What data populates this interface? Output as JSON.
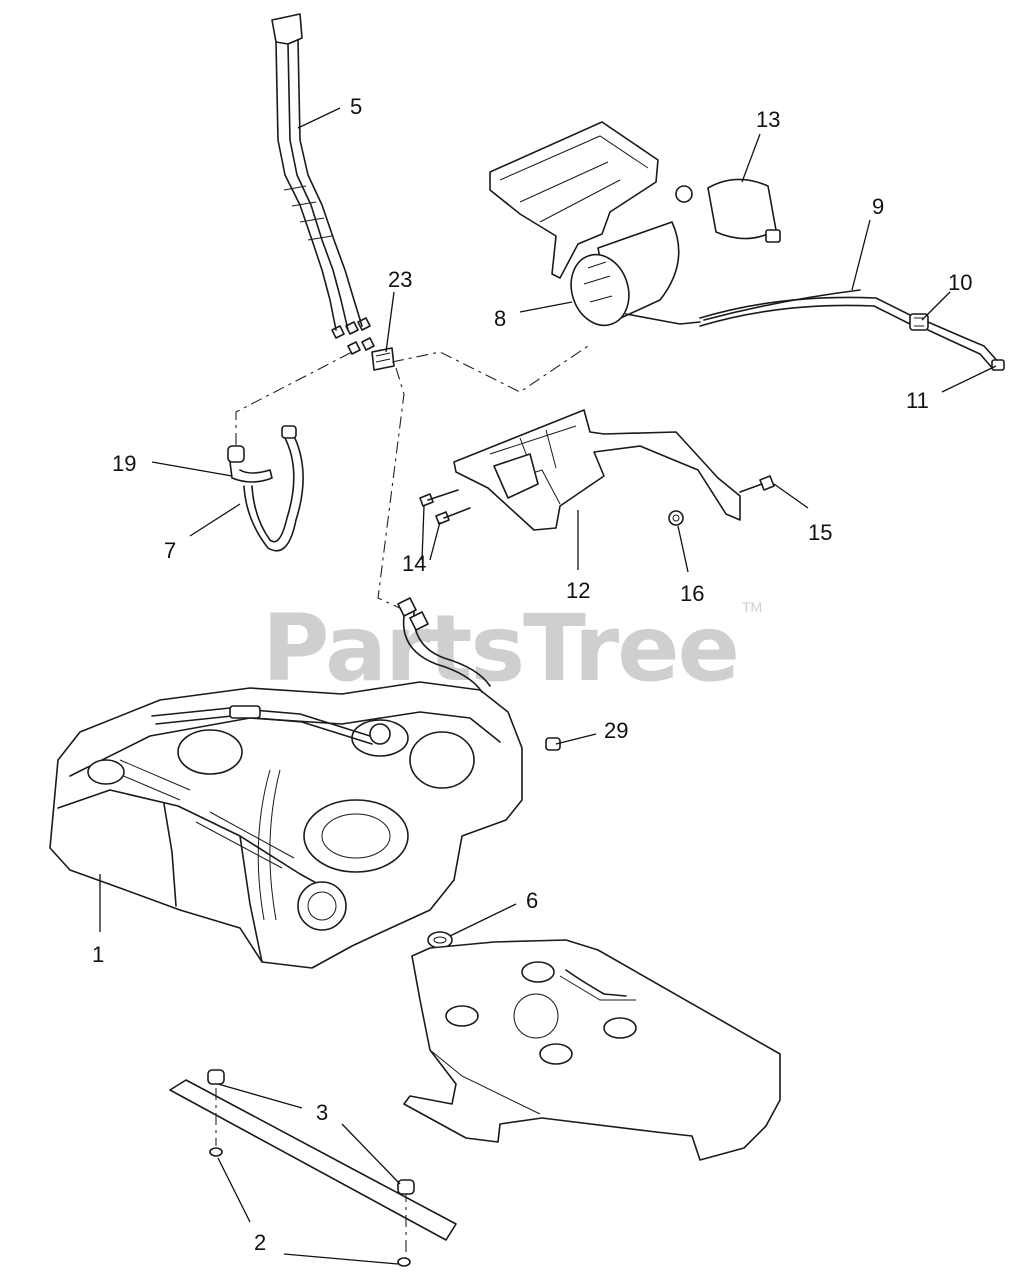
{
  "watermark": {
    "text": "PartsTree",
    "mark": "TM"
  },
  "callouts": {
    "c1": "1",
    "c2": "2",
    "c3": "3",
    "c5": "5",
    "c6": "6",
    "c7": "7",
    "c8": "8",
    "c9": "9",
    "c10": "10",
    "c11": "11",
    "c12": "12",
    "c13": "13",
    "c14": "14",
    "c15": "15",
    "c16": "16",
    "c19": "19",
    "c23": "23",
    "c29": "29"
  }
}
